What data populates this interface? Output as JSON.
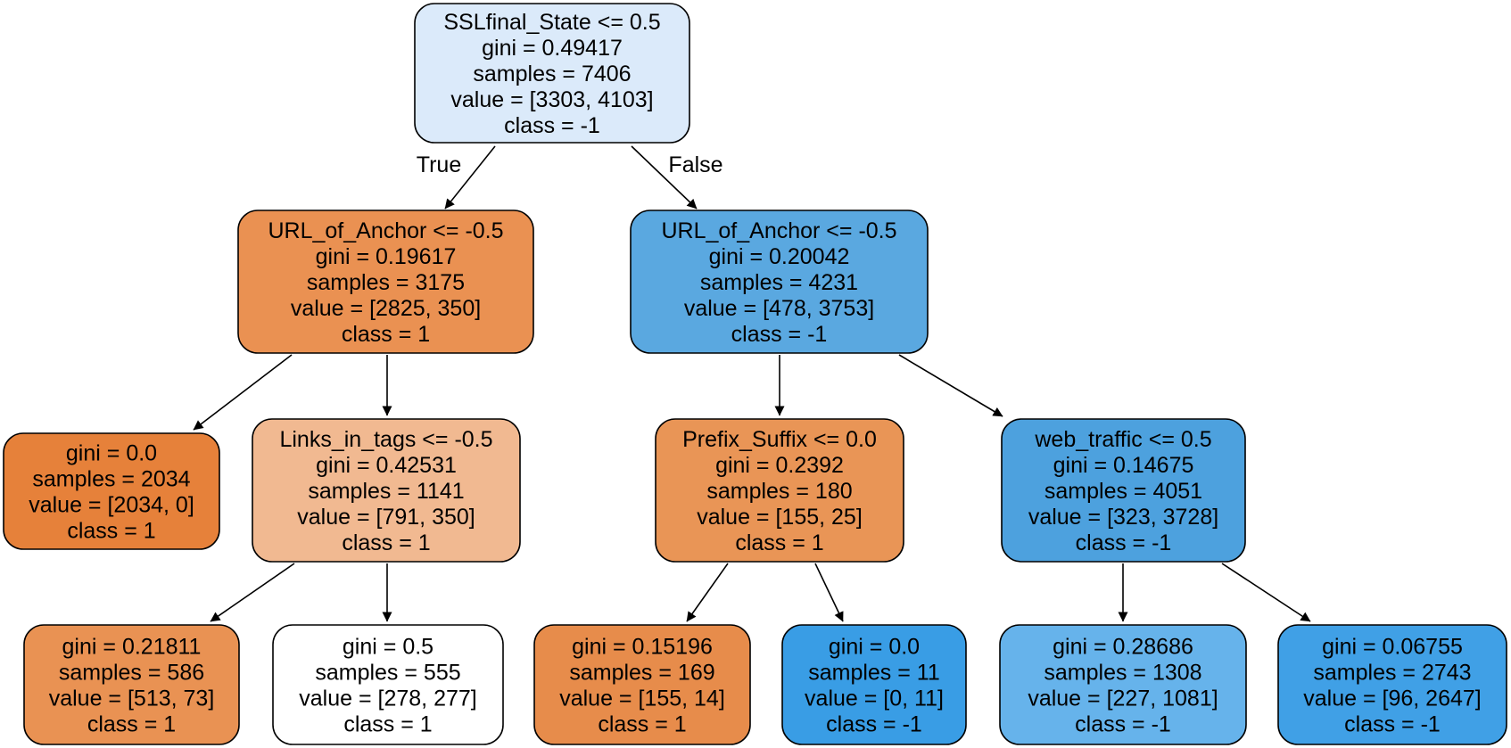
{
  "nodes": [
    {
      "id": "n0",
      "lines": [
        "SSLfinal_State <= 0.5",
        "gini = 0.49417",
        "samples = 7406",
        "value = [3303, 4103]",
        "class = -1"
      ],
      "fill": "#dbeafa"
    },
    {
      "id": "n1",
      "lines": [
        "URL_of_Anchor <= -0.5",
        "gini = 0.19617",
        "samples = 3175",
        "value = [2825, 350]",
        "class = 1"
      ],
      "fill": "#ea9152"
    },
    {
      "id": "n2",
      "lines": [
        "URL_of_Anchor <= -0.5",
        "gini = 0.20042",
        "samples = 4231",
        "value = [478, 3753]",
        "class = -1"
      ],
      "fill": "#5aa8e0"
    },
    {
      "id": "n3",
      "lines": [
        "gini = 0.0",
        "samples = 2034",
        "value = [2034, 0]",
        "class = 1"
      ],
      "fill": "#e6813a"
    },
    {
      "id": "n4",
      "lines": [
        "Links_in_tags <= -0.5",
        "gini = 0.42531",
        "samples = 1141",
        "value = [791, 350]",
        "class = 1"
      ],
      "fill": "#f1b991"
    },
    {
      "id": "n5",
      "lines": [
        "Prefix_Suffix <= 0.0",
        "gini = 0.2392",
        "samples = 180",
        "value = [155, 25]",
        "class = 1"
      ],
      "fill": "#e99556"
    },
    {
      "id": "n6",
      "lines": [
        "web_traffic <= 0.5",
        "gini = 0.14675",
        "samples = 4051",
        "value = [323, 3728]",
        "class = -1"
      ],
      "fill": "#4da1de"
    },
    {
      "id": "n7",
      "lines": [
        "gini = 0.21811",
        "samples = 586",
        "value = [513, 73]",
        "class = 1"
      ],
      "fill": "#e99253"
    },
    {
      "id": "n8",
      "lines": [
        "gini = 0.5",
        "samples = 555",
        "value = [278, 277]",
        "class = 1"
      ],
      "fill": "#ffffff"
    },
    {
      "id": "n9",
      "lines": [
        "gini = 0.15196",
        "samples = 169",
        "value = [155, 14]",
        "class = 1"
      ],
      "fill": "#e78c4b"
    },
    {
      "id": "n10",
      "lines": [
        "gini = 0.0",
        "samples = 11",
        "value = [0, 11]",
        "class = -1"
      ],
      "fill": "#399de5"
    },
    {
      "id": "n11",
      "lines": [
        "gini = 0.28686",
        "samples = 1308",
        "value = [227, 1081]",
        "class = -1"
      ],
      "fill": "#66b3eb"
    },
    {
      "id": "n12",
      "lines": [
        "gini = 0.06755",
        "samples = 2743",
        "value = [96, 2647]",
        "class = -1"
      ],
      "fill": "#40a0e6"
    }
  ],
  "edges": [
    {
      "from": "n0",
      "to": "n1",
      "label": "True"
    },
    {
      "from": "n0",
      "to": "n2",
      "label": "False"
    },
    {
      "from": "n1",
      "to": "n3",
      "label": ""
    },
    {
      "from": "n1",
      "to": "n4",
      "label": ""
    },
    {
      "from": "n2",
      "to": "n5",
      "label": ""
    },
    {
      "from": "n2",
      "to": "n6",
      "label": ""
    },
    {
      "from": "n4",
      "to": "n7",
      "label": ""
    },
    {
      "from": "n4",
      "to": "n8",
      "label": ""
    },
    {
      "from": "n5",
      "to": "n9",
      "label": ""
    },
    {
      "from": "n5",
      "to": "n10",
      "label": ""
    },
    {
      "from": "n6",
      "to": "n11",
      "label": ""
    },
    {
      "from": "n6",
      "to": "n12",
      "label": ""
    }
  ]
}
